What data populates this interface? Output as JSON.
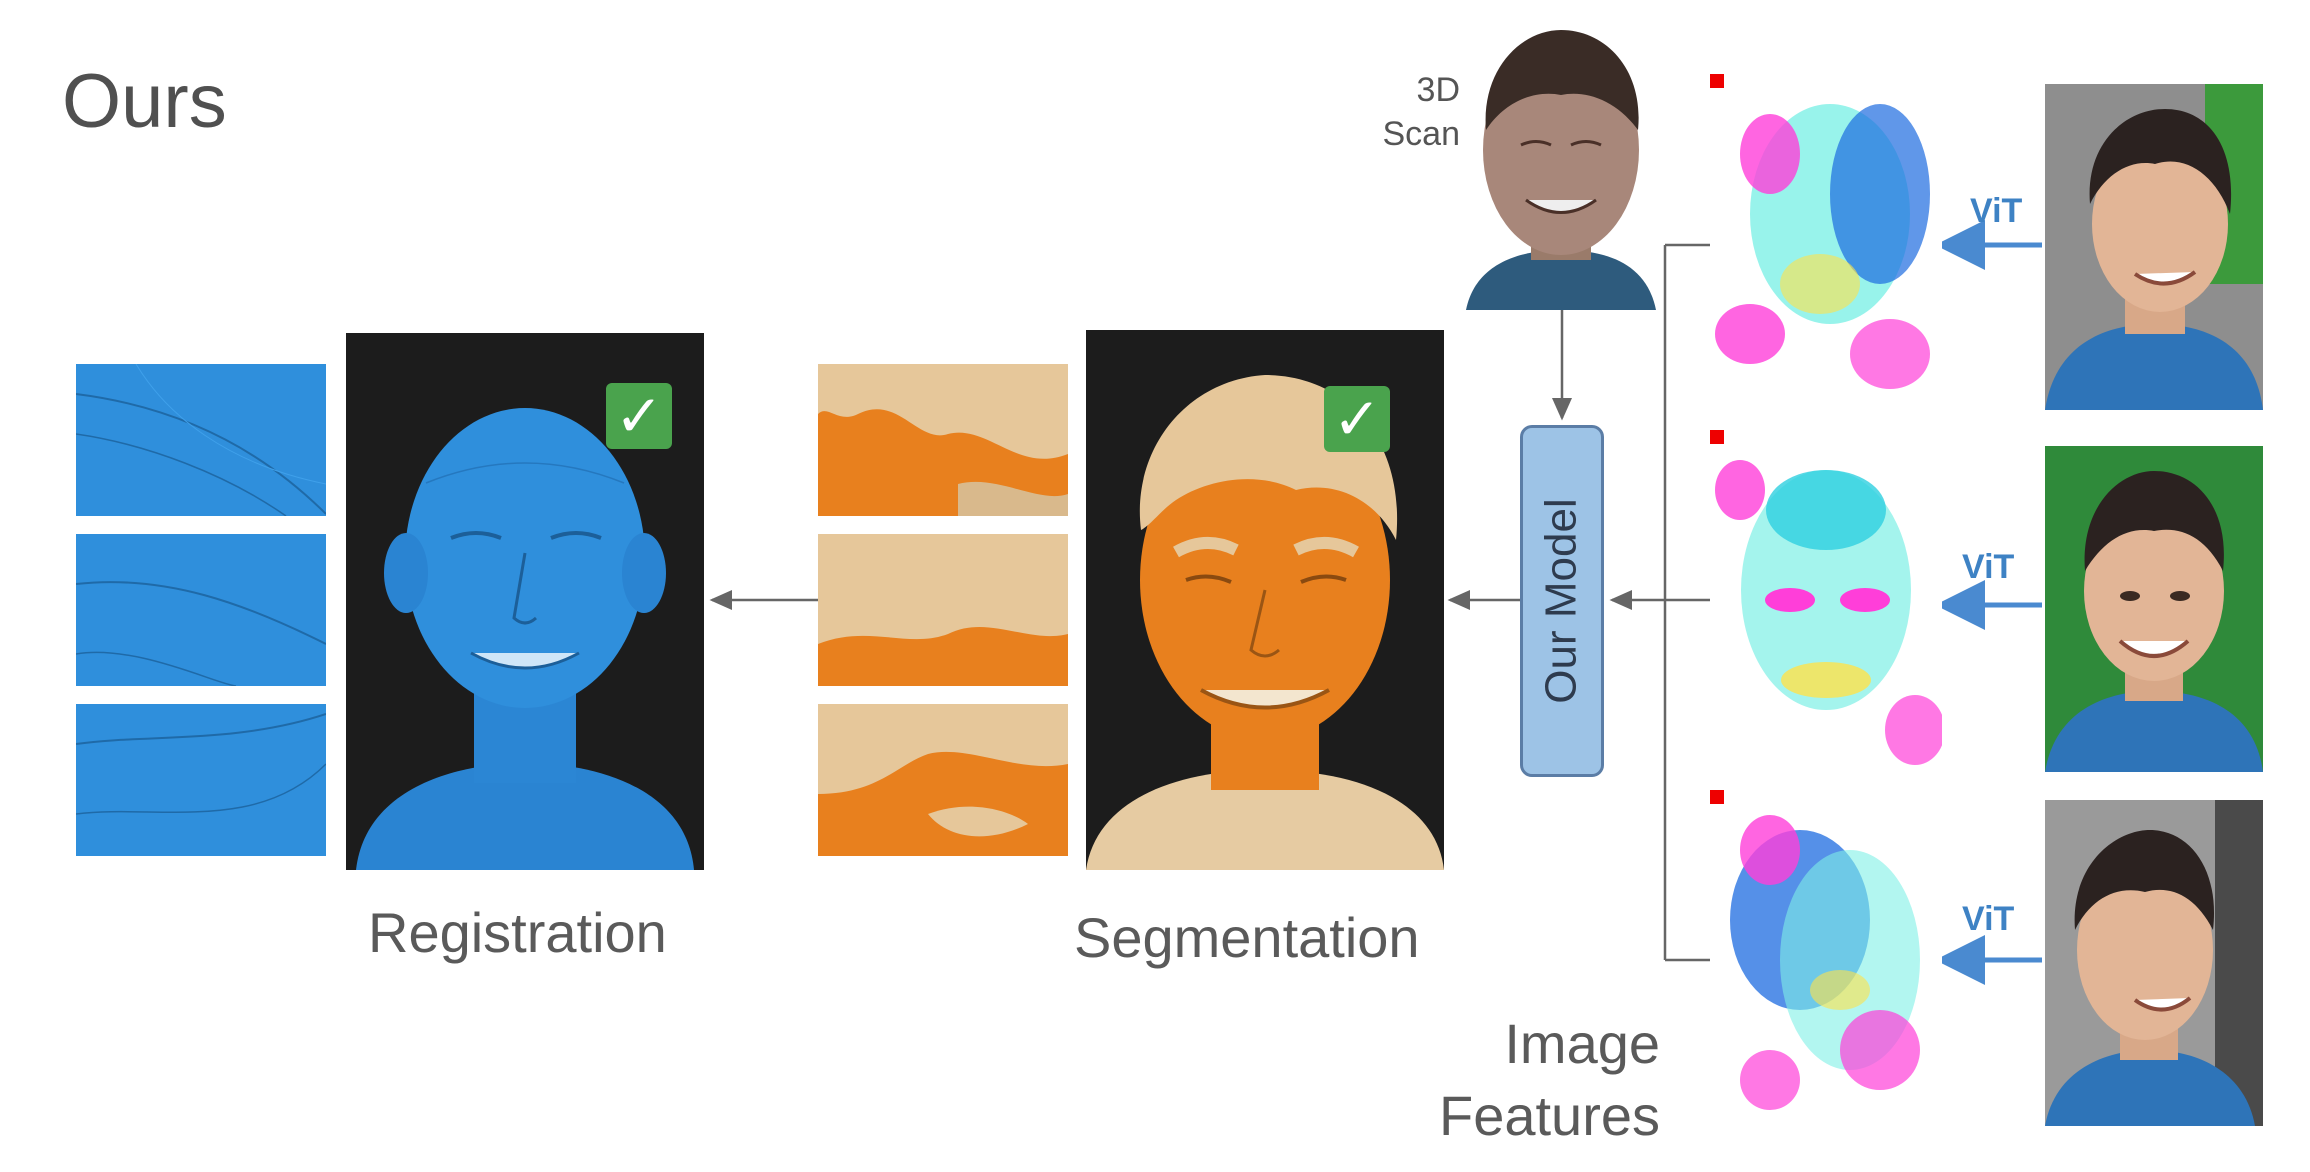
{
  "title": "Ours",
  "captions": {
    "registration": "Registration",
    "segmentation": "Segmentation"
  },
  "scan_label": {
    "line1": "3D",
    "line2": "Scan"
  },
  "model_label": "Our Model",
  "vit_labels": [
    "ViT",
    "ViT",
    "ViT"
  ],
  "features_label": {
    "line1": "Image",
    "line2": "Features"
  },
  "check_glyph": "✓",
  "colors": {
    "registration_blue": "#2f8fdc",
    "segmentation_orange": "#e8801e",
    "hair_tan": "#e6c79a",
    "arrow_blue": "#4a8ad0",
    "model_box": "#9dc3e6",
    "check_green": "#4aa34d"
  },
  "icons": [
    "check-icon",
    "arrow-icon"
  ]
}
